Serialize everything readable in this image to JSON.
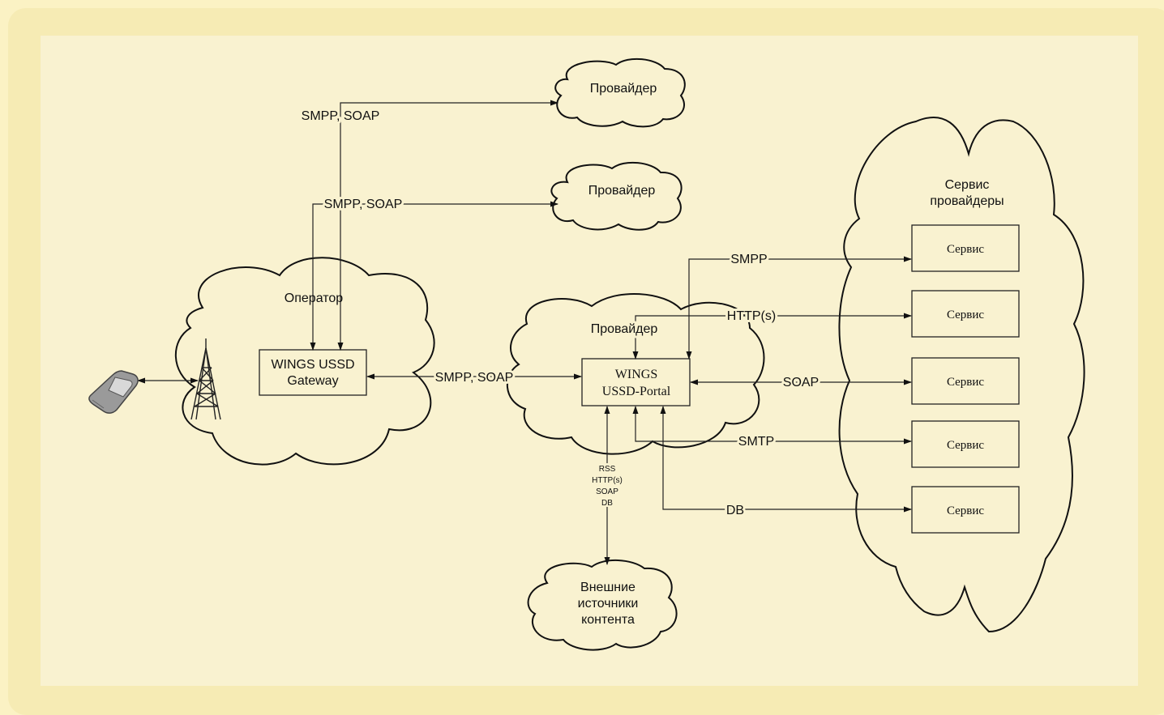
{
  "diagram": {
    "clouds": {
      "provider_top": "Провайдер",
      "provider_second": "Провайдер",
      "operator": "Оператор",
      "provider_portal": "Провайдер",
      "external_line1": "Внешние",
      "external_line2": "источники",
      "external_line3": "контента",
      "service_providers_line1": "Сервис",
      "service_providers_line2": "провайдеры"
    },
    "nodes": {
      "gateway_line1": "WINGS USSD",
      "gateway_line2": "Gateway",
      "portal_line1": "WINGS",
      "portal_line2": "USSD-Portal"
    },
    "services": [
      "Сервис",
      "Сервис",
      "Сервис",
      "Сервис",
      "Сервис"
    ],
    "edge_labels": {
      "to_provider_top": "SMPP, SOAP",
      "to_provider_second": "SMPP, SOAP",
      "gateway_to_portal": "SMPP, SOAP",
      "smpp": "SMPP",
      "http": "HTTP(s)",
      "soap": "SOAP",
      "smtp": "SMTP",
      "db": "DB"
    },
    "external_protocols": [
      "RSS",
      "HTTP(s)",
      "SOAP",
      "DB"
    ],
    "icons": [
      "mobile-phone-icon",
      "radio-tower-icon"
    ]
  }
}
